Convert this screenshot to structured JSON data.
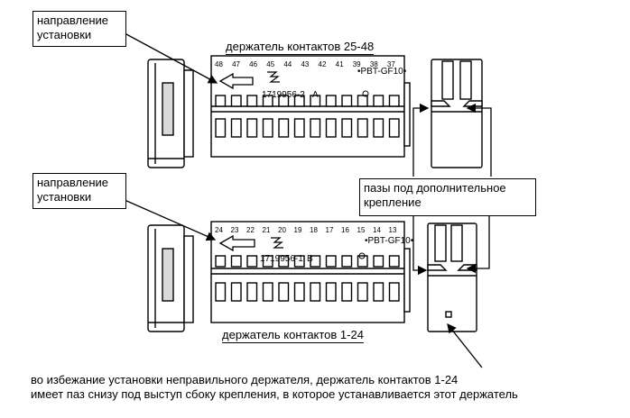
{
  "callouts": {
    "direction_top": {
      "line1": "направление",
      "line2": "установки"
    },
    "direction_bottom": {
      "line1": "направление",
      "line2": "установки"
    },
    "grooves": {
      "line1": "пазы под дополнительное",
      "line2": "крепление"
    },
    "note": {
      "line1": "во избежание установки неправильного держателя, держатель контактов 1-24",
      "line2": "имеет паз снизу под выступ сбоку крепления, в которое устанавливается этот держатель"
    }
  },
  "holders": {
    "top": {
      "title": "держатель контактов 25-48",
      "pins": [
        "48",
        "47",
        "46",
        "45",
        "44",
        "43",
        "42",
        "41",
        "39",
        "38",
        "37"
      ],
      "part_number": "1719956-2",
      "variant": "A",
      "material": "•PBT-GF10•"
    },
    "bottom": {
      "title": "держатель контактов 1-24",
      "pins": [
        "24",
        "23",
        "22",
        "21",
        "20",
        "19",
        "18",
        "17",
        "16",
        "15",
        "14",
        "13"
      ],
      "part_number": "1719956-1",
      "variant": "B",
      "material": "•PBT-GF10•"
    }
  },
  "colors": {
    "line": "#000000",
    "background": "#ffffff",
    "shade": "#d9d9d9"
  }
}
